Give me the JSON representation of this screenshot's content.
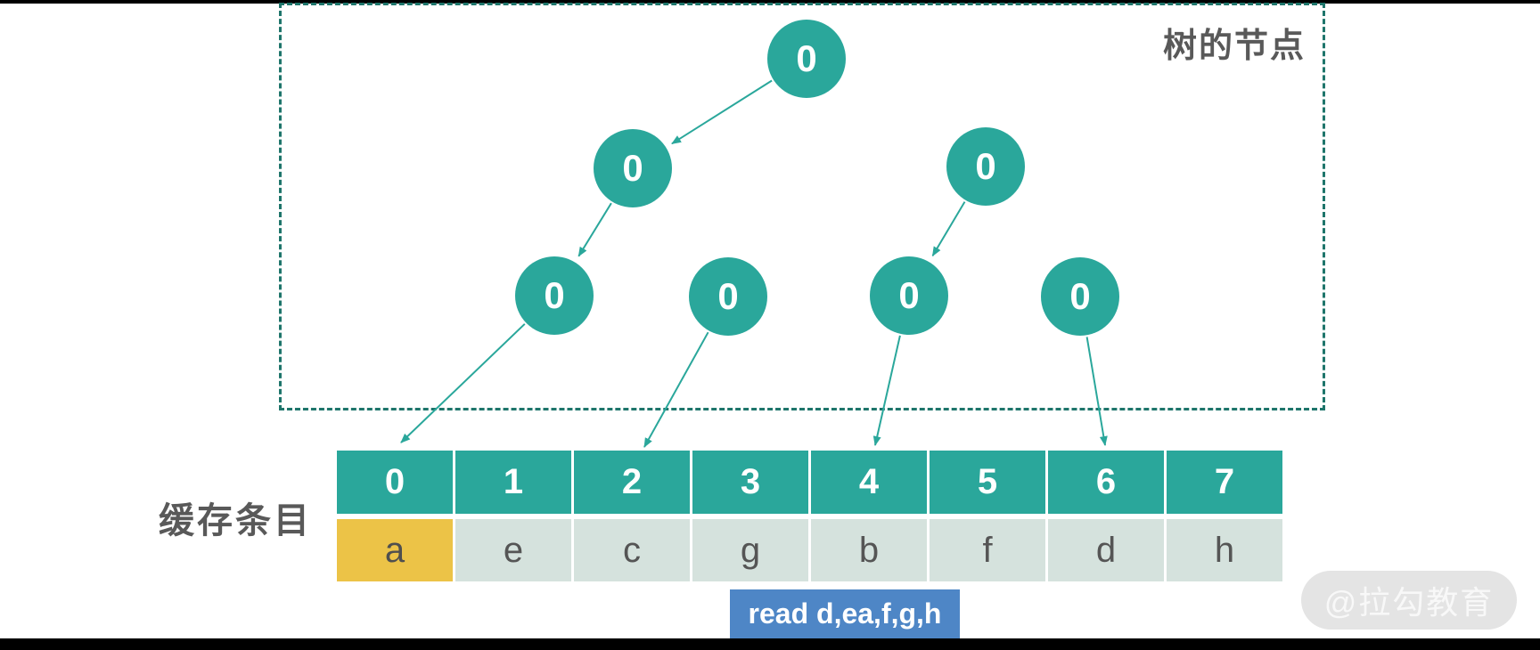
{
  "tree": {
    "box_label": "树的节点",
    "nodes": [
      {
        "id": "root",
        "label": "0"
      },
      {
        "id": "left",
        "label": "0"
      },
      {
        "id": "right",
        "label": "0"
      },
      {
        "id": "leaf-0",
        "label": "0"
      },
      {
        "id": "leaf-1",
        "label": "0"
      },
      {
        "id": "leaf-2",
        "label": "0"
      },
      {
        "id": "leaf-3",
        "label": "0"
      }
    ],
    "edges": [
      {
        "from": "root",
        "to": "left"
      },
      {
        "from": "left",
        "to": "leaf-0"
      },
      {
        "from": "right",
        "to": "leaf-2"
      },
      {
        "from": "leaf-0",
        "to": "cell-0"
      },
      {
        "from": "leaf-1",
        "to": "cell-2"
      },
      {
        "from": "leaf-2",
        "to": "cell-4"
      },
      {
        "from": "leaf-3",
        "to": "cell-6"
      }
    ]
  },
  "cache": {
    "label": "缓存条目",
    "indices": [
      "0",
      "1",
      "2",
      "3",
      "4",
      "5",
      "6",
      "7"
    ],
    "entries": [
      "a",
      "e",
      "c",
      "g",
      "b",
      "f",
      "d",
      "h"
    ],
    "highlighted_index": 0
  },
  "read_badge": {
    "text": "read d,ea,f,g,h"
  },
  "watermark": {
    "text": "@拉勾教育"
  },
  "colors": {
    "node_teal": "#2AA79B",
    "dashed_border": "#1E756B",
    "entry_bg": "#D5E2DD",
    "highlight_yellow": "#ECC347",
    "badge_blue": "#4E86C6",
    "label_gray": "#595959",
    "letterbox_black": "#000000"
  }
}
